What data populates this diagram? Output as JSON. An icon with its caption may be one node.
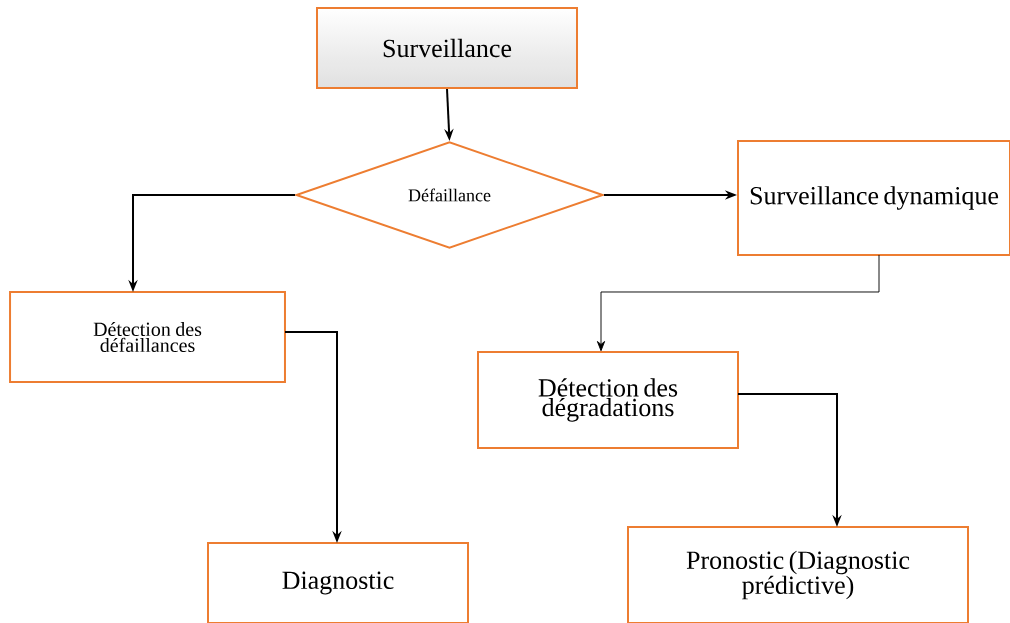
{
  "diagram": {
    "nodes": [
      {
        "text": [
          "Surveillance"
        ]
      },
      {
        "text": [
          "Défaillance"
        ]
      },
      {
        "text": [
          "Surveillance dynamique"
        ]
      },
      {
        "text": [
          "Détection des défaillances"
        ]
      },
      {
        "text": [
          "Détection des dégradations"
        ]
      },
      {
        "text": [
          "Diagnostic"
        ]
      },
      {
        "text": [
          "Pronostic (Diagnostic prédictive)"
        ]
      }
    ],
    "edges": [
      {
        "from": 0,
        "to": 1,
        "arrow": "to"
      },
      {
        "from": 1,
        "to": 3,
        "arrow": "to"
      },
      {
        "from": 1,
        "to": 2,
        "arrow": "to"
      },
      {
        "from": 2,
        "to": 4,
        "arrow": "to"
      },
      {
        "from": 3,
        "to": 5,
        "arrow": "to"
      },
      {
        "from": 4,
        "to": 6,
        "arrow": "to"
      }
    ]
  }
}
